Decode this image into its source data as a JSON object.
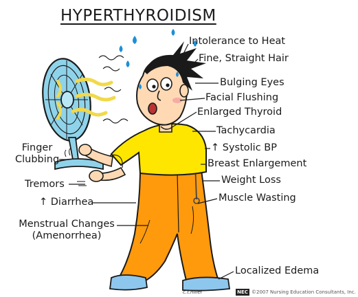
{
  "title": "HYPERTHYROIDISM",
  "labels": {
    "heat": "Intolerance to Heat",
    "hair": "Fine, Straight Hair",
    "eyes": "Bulging Eyes",
    "flushing": "Facial Flushing",
    "thyroid": "Enlarged Thyroid",
    "tachycardia": "Tachycardia",
    "systolic": "↑ Systolic BP",
    "breast": "Breast Enlargement",
    "weight": "Weight Loss",
    "muscle": "Muscle Wasting",
    "edema": "Localized Edema",
    "finger_line1": "Finger",
    "finger_line2": "Clubbing",
    "tremors": "Tremors",
    "diarrhea": "↑ Diarrhea",
    "menstrual_line1": "Menstrual Changes",
    "menstrual_line2": "(Amenorrhea)"
  },
  "footer": {
    "badge": "NEC",
    "copyright": "©2007 Nursing Education Consultants, Inc.",
    "signature": "c.t.hiller"
  },
  "colors": {
    "shirt": "#ffe600",
    "pants": "#ff9a0d",
    "skin": "#ffd9b3",
    "fan": "#8fd3ea",
    "sweat": "#1e8fd6",
    "ribbons": "#f2d94a",
    "shoes": "#8ec7ee"
  }
}
